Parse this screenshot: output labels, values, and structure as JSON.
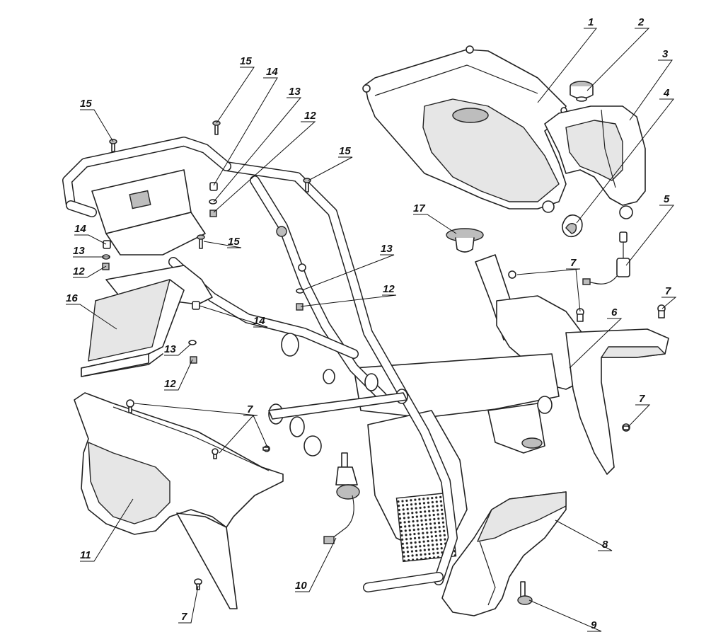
{
  "callouts": [
    {
      "id": "1",
      "label": "1"
    },
    {
      "id": "2",
      "label": "2"
    },
    {
      "id": "3",
      "label": "3"
    },
    {
      "id": "4",
      "label": "4"
    },
    {
      "id": "5",
      "label": "5"
    },
    {
      "id": "6",
      "label": "6"
    },
    {
      "id": "7a",
      "label": "7"
    },
    {
      "id": "7b",
      "label": "7"
    },
    {
      "id": "7c",
      "label": "7"
    },
    {
      "id": "7d",
      "label": "7"
    },
    {
      "id": "7e",
      "label": "7"
    },
    {
      "id": "8",
      "label": "8"
    },
    {
      "id": "9",
      "label": "9"
    },
    {
      "id": "10",
      "label": "10"
    },
    {
      "id": "11",
      "label": "11"
    },
    {
      "id": "12a",
      "label": "12"
    },
    {
      "id": "12b",
      "label": "12"
    },
    {
      "id": "12c",
      "label": "12"
    },
    {
      "id": "12d",
      "label": "12"
    },
    {
      "id": "13a",
      "label": "13"
    },
    {
      "id": "13b",
      "label": "13"
    },
    {
      "id": "13c",
      "label": "13"
    },
    {
      "id": "13d",
      "label": "13"
    },
    {
      "id": "14a",
      "label": "14"
    },
    {
      "id": "14b",
      "label": "14"
    },
    {
      "id": "14c",
      "label": "14"
    },
    {
      "id": "15a",
      "label": "15"
    },
    {
      "id": "15b",
      "label": "15"
    },
    {
      "id": "15c",
      "label": "15"
    },
    {
      "id": "15d",
      "label": "15"
    },
    {
      "id": "16",
      "label": "16"
    },
    {
      "id": "17",
      "label": "17"
    }
  ]
}
